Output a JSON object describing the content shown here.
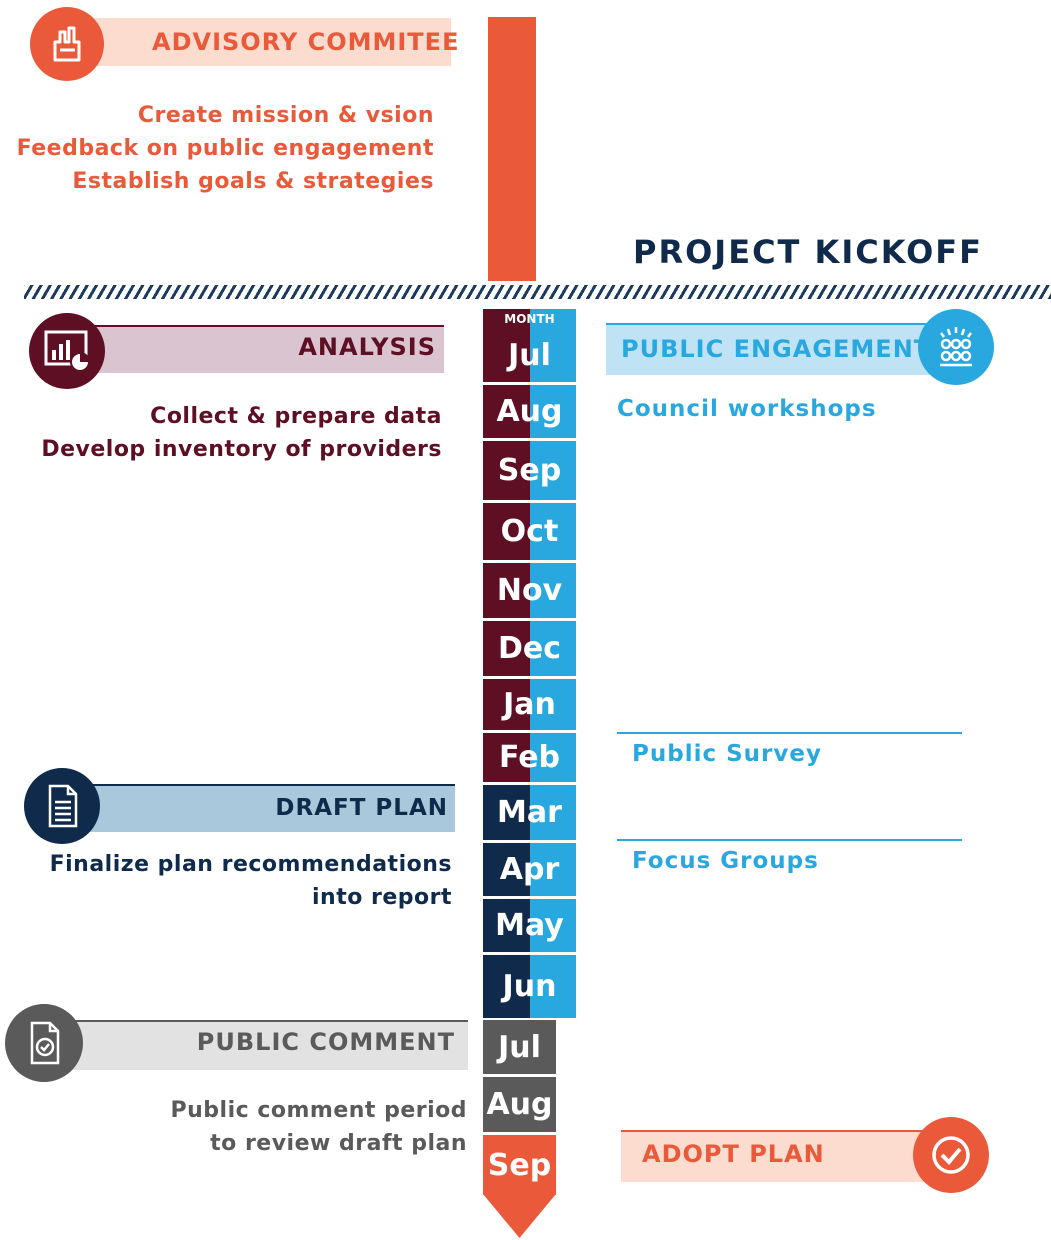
{
  "advisory": {
    "label": "ADVISORY COMMITEE",
    "lines": [
      "Create mission & vsion",
      "Feedback on public engagement",
      "Establish goals & strategies"
    ]
  },
  "kickoff": {
    "label": "PROJECT KICKOFF"
  },
  "analysis": {
    "label": "ANALYSIS",
    "lines": [
      "Collect & prepare data",
      "Develop inventory of providers"
    ]
  },
  "engagement": {
    "label": "PUBLIC ENGAGEMENT",
    "items": [
      "Council workshops",
      "Public Survey",
      "Focus Groups"
    ]
  },
  "draft": {
    "label": "DRAFT PLAN",
    "lines": [
      "Finalize plan recommendations",
      "into report"
    ]
  },
  "comment": {
    "label": "PUBLIC COMMENT",
    "lines": [
      "Public comment period",
      "to review draft plan"
    ]
  },
  "adopt": {
    "label": "ADOPT PLAN"
  },
  "timeline": {
    "header": "MONTH",
    "months": [
      "Jul",
      "Aug",
      "Sep",
      "Oct",
      "Nov",
      "Dec",
      "Jan",
      "Feb",
      "Mar",
      "Apr",
      "May",
      "Jun",
      "Jul",
      "Aug",
      "Sep"
    ]
  },
  "colors": {
    "orange": "#ea5a3a",
    "orange_light": "#fbdccf",
    "maroon": "#5e0f24",
    "maroon_light": "#d9c4d0",
    "blue": "#29a8df",
    "blue_light": "#bfe3f4",
    "navy": "#0f2a4a",
    "navy_light": "#a9c8db",
    "gray": "#5a5a5a",
    "gray_light": "#e2e2e2"
  },
  "icons": [
    "hand-icon",
    "chart-icon",
    "people-icon",
    "document-icon",
    "checklist-icon",
    "check-circle-icon"
  ]
}
